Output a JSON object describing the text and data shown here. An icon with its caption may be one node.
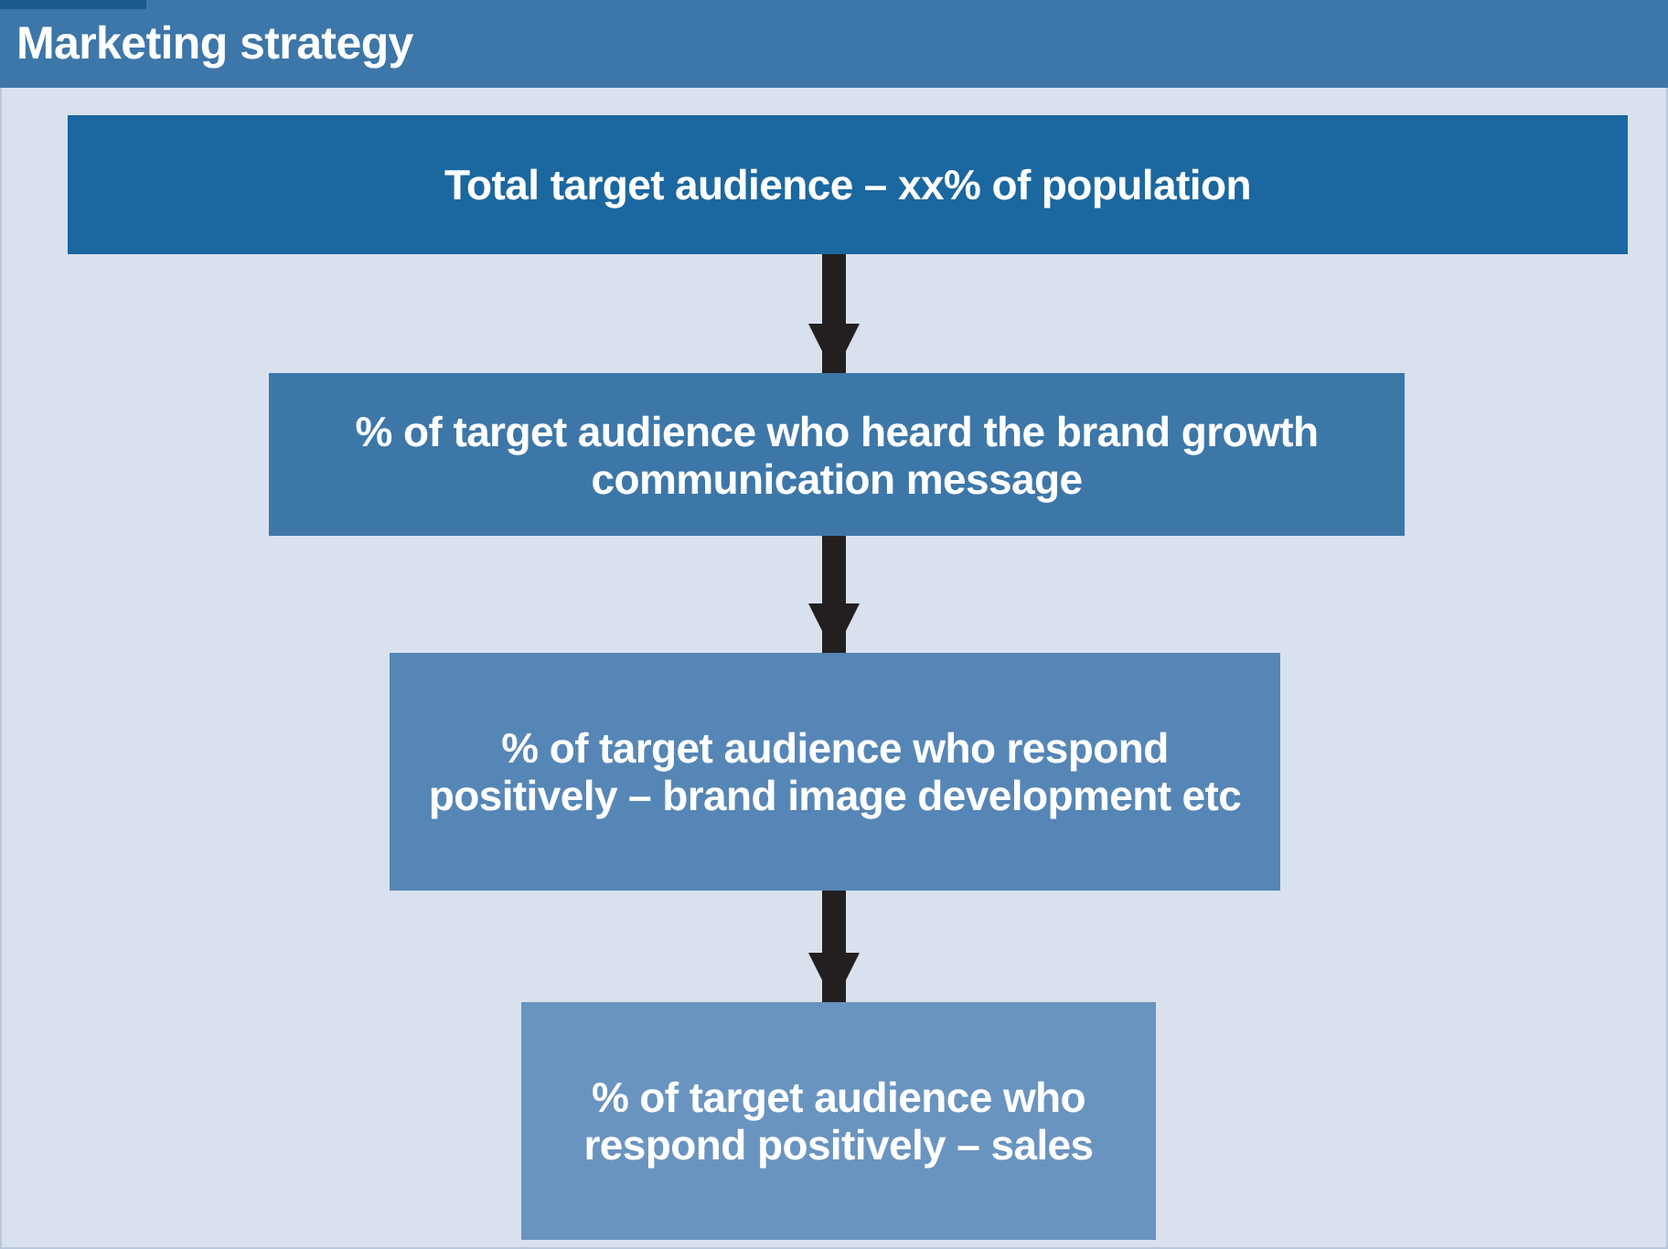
{
  "diagram": {
    "title": "Marketing strategy",
    "nodes": [
      {
        "text": [
          "Total target audience – xx% of population"
        ]
      },
      {
        "text": [
          "% of target audience who heard the brand growth communication message"
        ]
      },
      {
        "text": [
          "% of target audience who respond positively – brand image development etc"
        ]
      },
      {
        "text": [
          "% of target audience who respond positively – sales"
        ]
      }
    ],
    "edges": [
      {
        "from": 0,
        "to": 1,
        "arrow": "to"
      },
      {
        "from": 1,
        "to": 2,
        "arrow": "to"
      },
      {
        "from": 2,
        "to": 3,
        "arrow": "to"
      }
    ]
  }
}
